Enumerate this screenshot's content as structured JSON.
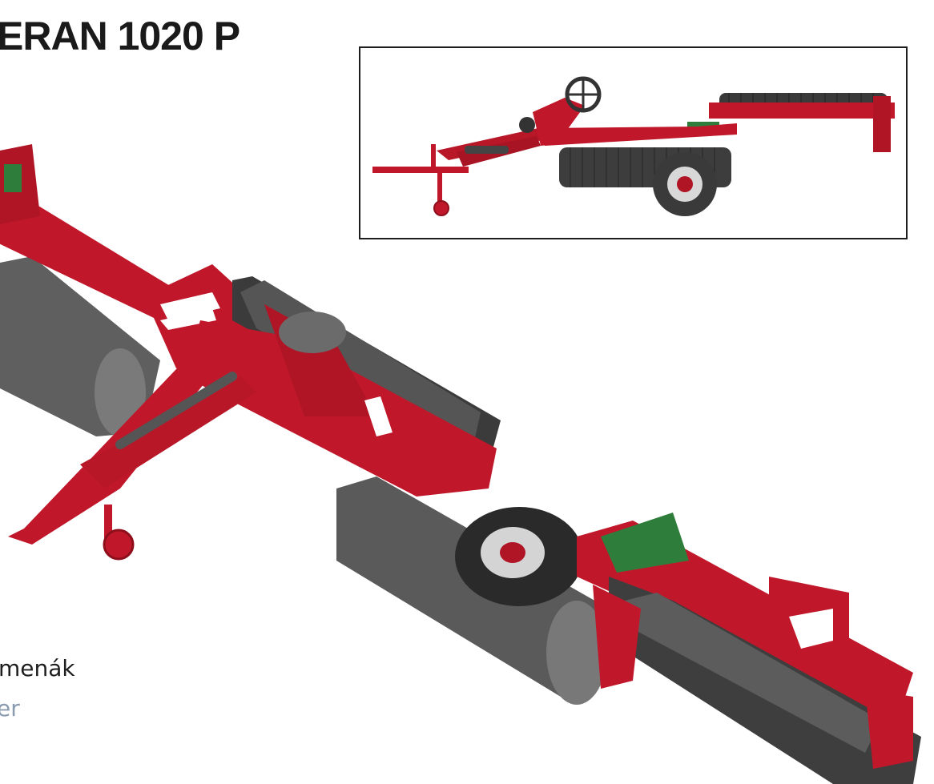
{
  "header": {
    "title": "ERAN 1020 P"
  },
  "captions": {
    "line1": "menák",
    "line2": "er"
  },
  "colors": {
    "machine_red": "#c0182a",
    "machine_dark_red": "#8e0f1c",
    "roller_gray": "#6b6b6b",
    "accent_green": "#2f7d3a",
    "tire_black": "#2a2a2a"
  }
}
